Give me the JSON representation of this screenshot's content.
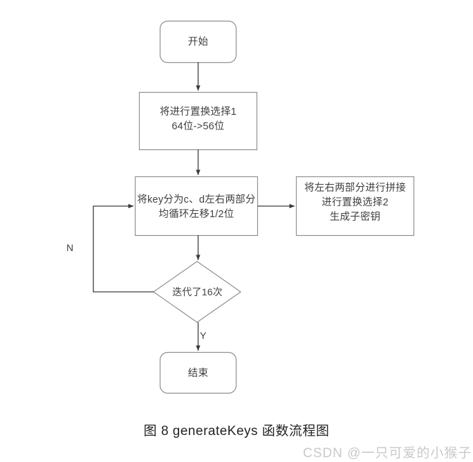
{
  "diagram": {
    "type": "flowchart",
    "direction": "top-to-bottom",
    "nodes": [
      {
        "id": "start",
        "shape": "terminator",
        "lines": [
          "开始"
        ]
      },
      {
        "id": "pc1",
        "shape": "process",
        "lines": [
          "将进行置换选择1",
          "64位->56位"
        ]
      },
      {
        "id": "split",
        "shape": "process",
        "lines": [
          "将key分为c、d左右两部分",
          "均循环左移1/2位"
        ]
      },
      {
        "id": "join",
        "shape": "process",
        "lines": [
          "将左右两部分进行拼接",
          "进行置换选择2",
          "生成子密钥"
        ]
      },
      {
        "id": "loop",
        "shape": "decision",
        "lines": [
          "迭代了16次"
        ]
      },
      {
        "id": "end",
        "shape": "terminator",
        "lines": [
          "结束"
        ]
      }
    ],
    "edges": [
      {
        "from": "start",
        "to": "pc1",
        "label": ""
      },
      {
        "from": "pc1",
        "to": "split",
        "label": ""
      },
      {
        "from": "split",
        "to": "join",
        "label": ""
      },
      {
        "from": "split",
        "to": "loop",
        "label": ""
      },
      {
        "from": "loop",
        "to": "split",
        "label": "N"
      },
      {
        "from": "loop",
        "to": "end",
        "label": "Y"
      }
    ],
    "edge_labels": {
      "no": "N",
      "yes": "Y"
    },
    "colors": {
      "stroke": "#8f8f8f",
      "arrow": "#3a3a3a",
      "text": "#3f3f3f",
      "background": "#ffffff"
    }
  },
  "caption": {
    "text": "图  8 generateKeys 函数流程图"
  },
  "watermark": {
    "text": "CSDN @一只可爱的小猴子"
  }
}
